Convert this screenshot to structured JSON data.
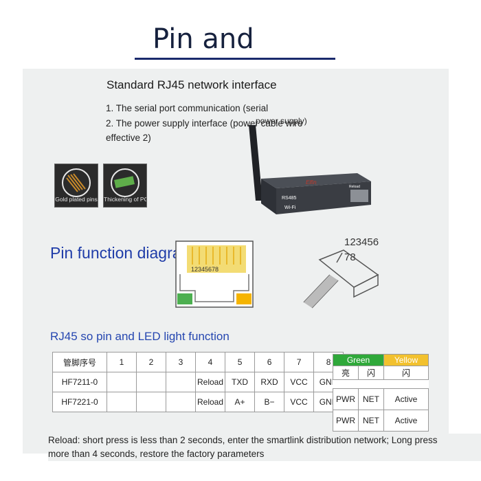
{
  "heading": "Pin and",
  "interface": {
    "title": "Standard RJ45 network interface",
    "line1": "1. The serial port communication (serial",
    "line2": "2. The power supply interface (power cable wire",
    "line3": "effective 2)",
    "overlay": "power supply)"
  },
  "thumbs": [
    {
      "caption": "Gold plated pins"
    },
    {
      "caption": "Thickening of PCB"
    }
  ],
  "device": {
    "label1": "RS485",
    "label2": "Wi-Fi",
    "brand": "Elfin",
    "side": "Reload"
  },
  "pin_diagram": {
    "title": "Pin function diagram",
    "jack_numbers": "12345678",
    "plug_numbers_top": "123456",
    "plug_numbers_bottom": "78"
  },
  "rj45": {
    "title": "RJ45 so pin and LED light function"
  },
  "pin_table": {
    "header_label": "管脚序号",
    "pins": [
      "1",
      "2",
      "3",
      "4",
      "5",
      "6",
      "7",
      "8"
    ],
    "rows": [
      {
        "model": "HF7211-0",
        "cells": [
          "",
          "",
          "",
          "Reload",
          "TXD",
          "RXD",
          "VCC",
          "GND"
        ]
      },
      {
        "model": "HF7221-0",
        "cells": [
          "",
          "",
          "",
          "Reload",
          "A+",
          "B−",
          "VCC",
          "GND"
        ]
      }
    ]
  },
  "led_table": {
    "green": "Green",
    "yellow": "Yellow",
    "green_color": "#2fa83a",
    "yellow_color": "#f2c12e",
    "sub": [
      "亮",
      "闪",
      "闪"
    ],
    "rows": [
      [
        "PWR",
        "NET",
        "Active"
      ],
      [
        "PWR",
        "NET",
        "Active"
      ]
    ]
  },
  "notes": {
    "reload_line1": "Reload: short press is less than 2 seconds, enter the smartlink distribution network; Long press",
    "reload_line2": "more than 4 seconds, restore the factory parameters"
  }
}
